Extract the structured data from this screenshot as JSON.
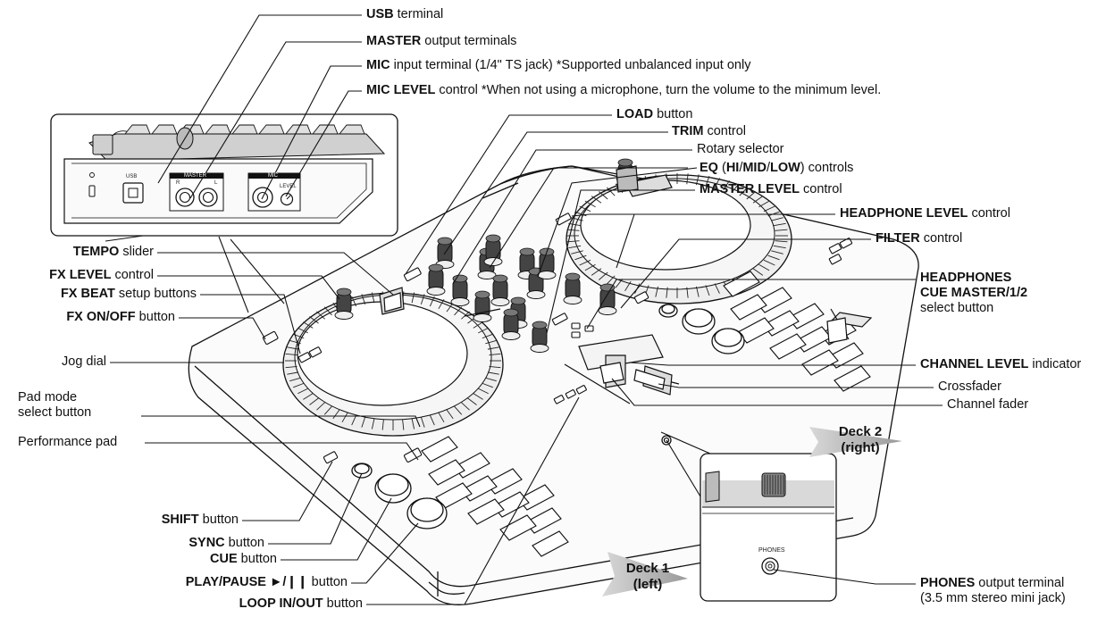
{
  "labels_right": [
    {
      "id": "usb",
      "bold": "USB",
      "rest": " terminal"
    },
    {
      "id": "master_out",
      "bold": "MASTER",
      "rest": " output terminals"
    },
    {
      "id": "mic_in",
      "bold": "MIC",
      "rest": " input terminal (1/4\" TS jack) *Supported unbalanced input only"
    },
    {
      "id": "mic_level",
      "bold": "MIC LEVEL",
      "rest": " control *When not using a microphone, turn the volume to the minimum level."
    },
    {
      "id": "load",
      "bold": "LOAD",
      "rest": " button"
    },
    {
      "id": "trim",
      "bold": "TRIM",
      "rest": " control"
    },
    {
      "id": "rotary",
      "bold": "",
      "rest": "Rotary selector"
    },
    {
      "id": "master_level",
      "bold": "MASTER LEVEL",
      "rest": " control"
    },
    {
      "id": "headphone_level",
      "bold": "HEADPHONE LEVEL",
      "rest": " control"
    },
    {
      "id": "filter",
      "bold": "FILTER",
      "rest": " control"
    },
    {
      "id": "channel_level",
      "bold": "CHANNEL LEVEL",
      "rest": " indicator"
    },
    {
      "id": "crossfader",
      "bold": "",
      "rest": "Crossfader"
    },
    {
      "id": "channel_fader",
      "bold": "",
      "rest": "Channel fader"
    }
  ],
  "eq_label": {
    "bold1": "EQ",
    "p1": " (",
    "bold2": "HI",
    "p2": "/",
    "bold3": "MID",
    "p3": "/",
    "bold4": "LOW",
    "p4": ") controls"
  },
  "headphones_cue": {
    "line1": "HEADPHONES",
    "line2": "CUE MASTER/1/2",
    "line3": "select button"
  },
  "phones_out": {
    "bold": "PHONES",
    "rest": " output terminal",
    "line2": "(3.5 mm stereo mini jack)"
  },
  "labels_left": [
    {
      "id": "tempo",
      "bold": "TEMPO",
      "rest": " slider"
    },
    {
      "id": "fx_level",
      "bold": "FX LEVEL",
      "rest": " control"
    },
    {
      "id": "fx_beat",
      "bold": "FX BEAT",
      "rest": " setup buttons"
    },
    {
      "id": "fx_onoff",
      "bold": "FX ON/OFF",
      "rest": " button"
    },
    {
      "id": "jog",
      "bold": "",
      "rest": "Jog dial"
    },
    {
      "id": "perf_pad",
      "bold": "",
      "rest": "Performance pad"
    }
  ],
  "pad_mode": {
    "line1": "Pad mode",
    "line2": "select button"
  },
  "labels_bottom": [
    {
      "id": "shift",
      "bold": "SHIFT",
      "rest": " button"
    },
    {
      "id": "sync",
      "bold": "SYNC",
      "rest": " button"
    },
    {
      "id": "cue",
      "bold": "CUE",
      "rest": " button"
    },
    {
      "id": "play",
      "bold": "PLAY/PAUSE ►/❙❙",
      "rest": " button"
    },
    {
      "id": "loop",
      "bold": "LOOP IN/OUT",
      "rest": " button"
    }
  ],
  "deck1": {
    "line1": "Deck 1",
    "line2": "(left)"
  },
  "deck2": {
    "line1": "Deck 2",
    "line2": "(right)"
  },
  "panel_marks": {
    "usb": "USB",
    "master": "MASTER",
    "r": "R",
    "l": "L",
    "mic": "MIC",
    "level": "LEVEL",
    "phones": "PHONES"
  }
}
